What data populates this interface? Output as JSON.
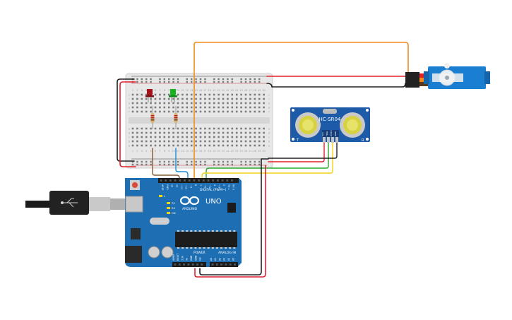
{
  "arduino": {
    "logo_text": "UNO",
    "brand_text": "ARDUINO",
    "digital_label": "DIGITAL (PWM~)",
    "power_label": "POWER",
    "analog_label": "ANALOG IN",
    "tx_label": "TX",
    "rx_label": "RX",
    "l_label": "L",
    "on_label": "ON",
    "digital_pins": [
      "AREF",
      "GND",
      "13",
      "12",
      "~11",
      "~10",
      "~9",
      "8",
      "7",
      "~6",
      "~5",
      "4",
      "~3",
      "2",
      "TX 1",
      "RX 0"
    ],
    "power_pins": [
      "IOREF",
      "RESET",
      "3.3V",
      "5V",
      "GND",
      "GND",
      "Vin"
    ],
    "analog_pins": [
      "A0",
      "A1",
      "A2",
      "A3",
      "A4",
      "A5"
    ]
  },
  "sensor": {
    "model_text": "HC-SR04",
    "pin_labels": [
      "VCC",
      "TRIG",
      "ECHO",
      "GND"
    ],
    "left_mark": "T",
    "right_mark": "R"
  },
  "breadboard": {
    "columns": [
      "1",
      "2",
      "3",
      "4",
      "5",
      "6",
      "7",
      "8",
      "9",
      "10",
      "11",
      "12",
      "13",
      "14",
      "15",
      "16",
      "17",
      "18",
      "19",
      "20",
      "21",
      "22",
      "23",
      "24",
      "25",
      "26",
      "27",
      "28",
      "29",
      "30"
    ],
    "rows_top": [
      "j",
      "i",
      "h",
      "g",
      "f"
    ],
    "rows_bottom": [
      "e",
      "d",
      "c",
      "b",
      "a"
    ]
  },
  "components": {
    "led_red_color": "#a5141b",
    "led_green_color": "#19b320",
    "servo_color": "#1a7fd0",
    "board_color": "#1e6eb4",
    "sensor_color": "#1d5aa8"
  },
  "wires": {
    "red": "#e2202a",
    "black": "#202020",
    "orange": "#f08a1c",
    "yellow": "#f1d21c",
    "green": "#2aa52a",
    "blue": "#1a8fd6",
    "brown": "#8a5a2b"
  }
}
